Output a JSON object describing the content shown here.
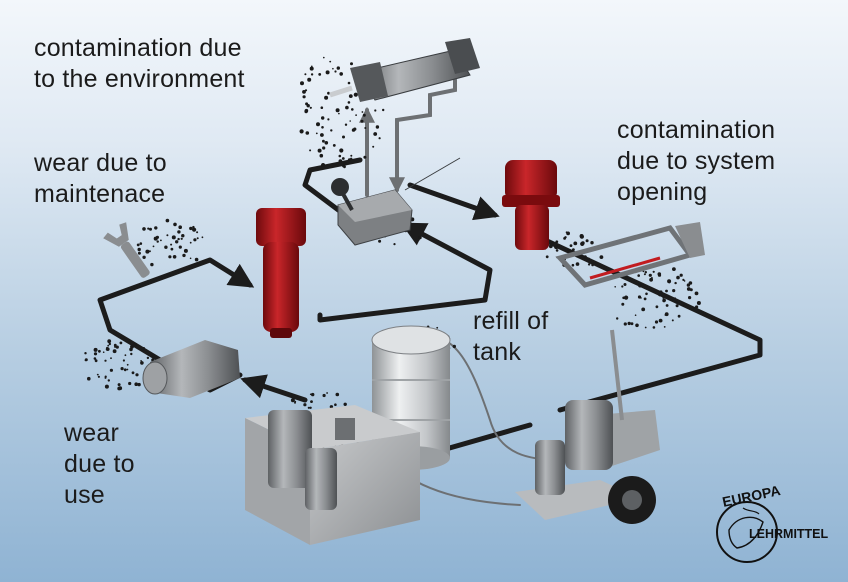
{
  "labels": {
    "environment": "contamination due\nto the environment",
    "system_opening": "contamination\ndue to system\nopening",
    "maintenance": "wear due to\nmaintenace",
    "refill": "refill of\ntank",
    "use": "wear\ndue to\nuse"
  },
  "logo": {
    "top_word": "EUROPA",
    "bottom_word": "LEHRMITTEL"
  },
  "colors": {
    "pipe": "#1c1c1c",
    "filter_red": "#b0181c",
    "metal_gray": "#8c8f92"
  }
}
